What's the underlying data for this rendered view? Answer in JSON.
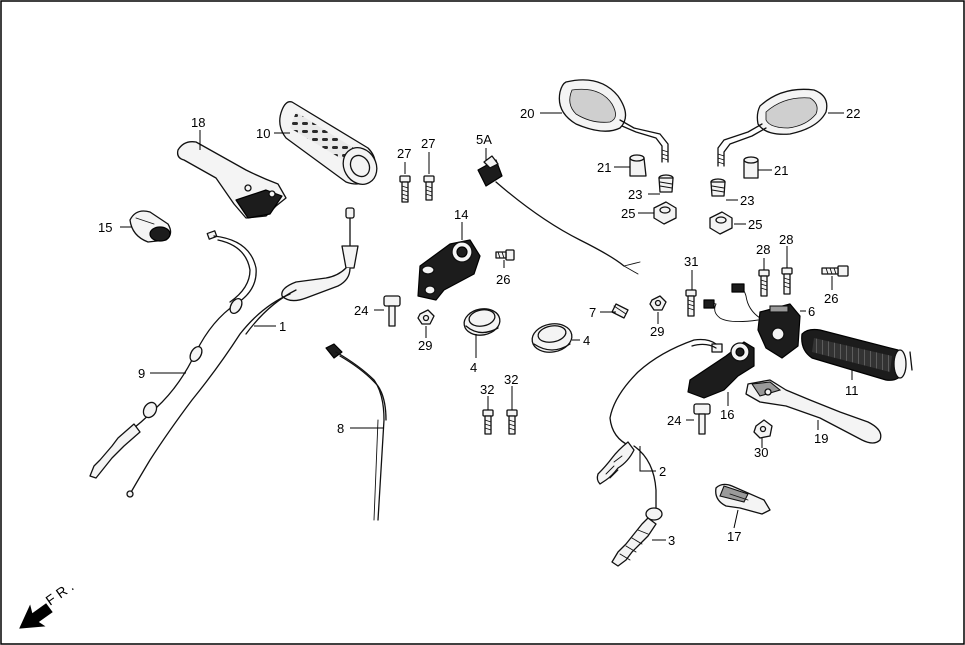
{
  "callouts": {
    "c1": "1",
    "c2": "2",
    "c3": "3",
    "c4a": "4",
    "c4b": "4",
    "c5a": "5A",
    "c6": "6",
    "c7": "7",
    "c8": "8",
    "c9": "9",
    "c10": "10",
    "c11": "11",
    "c14": "14",
    "c15": "15",
    "c16": "16",
    "c17": "17",
    "c18": "18",
    "c19": "19",
    "c20": "20",
    "c21a": "21",
    "c21b": "21",
    "c22": "22",
    "c23a": "23",
    "c23b": "23",
    "c24a": "24",
    "c24b": "24",
    "c25a": "25",
    "c25b": "25",
    "c26a": "26",
    "c26b": "26",
    "c27a": "27",
    "c27b": "27",
    "c28a": "28",
    "c28b": "28",
    "c29a": "29",
    "c29b": "29",
    "c30": "30",
    "c31": "31",
    "c32a": "32",
    "c32b": "32"
  },
  "direction_label": "F R ."
}
